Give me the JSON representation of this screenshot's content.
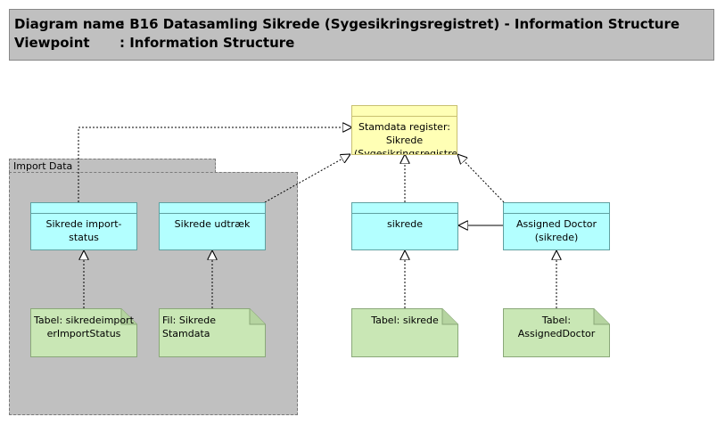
{
  "header": {
    "diagram_name_key": "Diagram name",
    "diagram_name_value": ": B16 Datasamling Sikrede (Sygesikringsregistret) - Information Structure",
    "viewpoint_key": "Viewpoint",
    "viewpoint_value": ": Information Structure"
  },
  "group": {
    "label": "Import Data"
  },
  "elements": {
    "stamdata": {
      "label": "Stamdata register: Sikrede (Sygesikringsregistre"
    },
    "import_status": {
      "label": "Sikrede import-status"
    },
    "udtraek": {
      "label": "Sikrede udtræk"
    },
    "sikrede": {
      "label": "sikrede"
    },
    "assigned": {
      "label": "Assigned Doctor (sikrede)"
    }
  },
  "notes": {
    "import_table": {
      "label": "Tabel: sikredeimporterImportStatus"
    },
    "fil": {
      "label": "Fil: Sikrede Stamdata"
    },
    "sikrede_table": {
      "label": "Tabel: sikrede"
    },
    "assigned_table": {
      "label": "Tabel: AssignedDoctor"
    }
  },
  "colors": {
    "header_bg": "#c0c0c0",
    "data_object": "#b3ffff",
    "business_object": "#ffffb5",
    "artifact": "#c9e7b5"
  }
}
